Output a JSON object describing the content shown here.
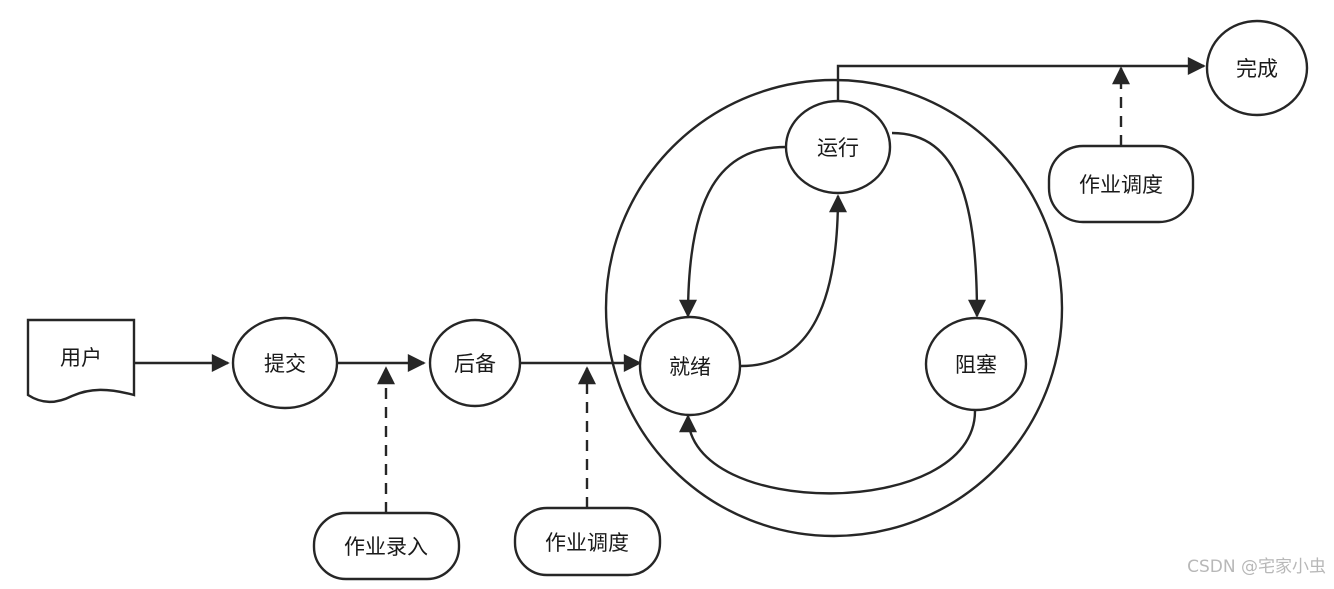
{
  "nodes": {
    "user": "用户",
    "submit": "提交",
    "backup": "后备",
    "ready": "就绪",
    "running": "运行",
    "blocked": "阻塞",
    "done": "完成",
    "job_entry": "作业录入",
    "job_sched_1": "作业调度",
    "job_sched_2": "作业调度"
  },
  "watermark": "CSDN @宅家小虫"
}
